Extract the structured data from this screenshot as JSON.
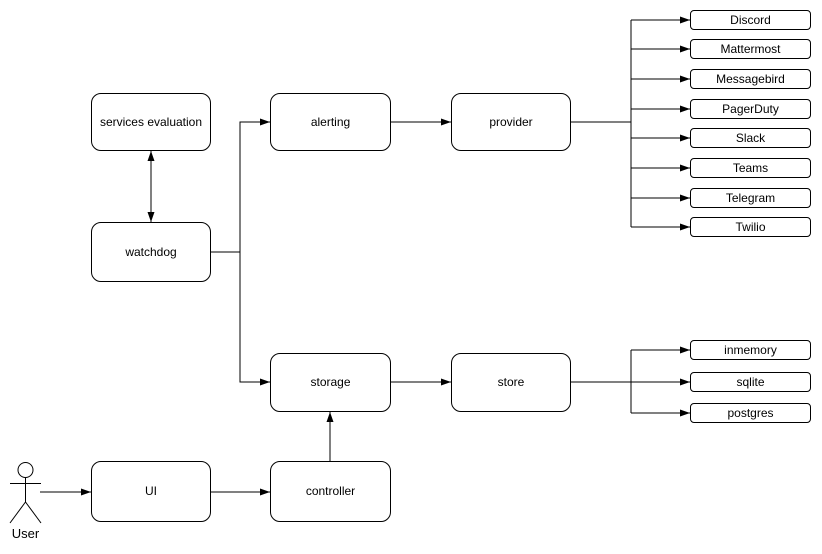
{
  "nodes": {
    "services_evaluation": {
      "label": "services evaluation"
    },
    "watchdog": {
      "label": "watchdog"
    },
    "alerting": {
      "label": "alerting"
    },
    "provider": {
      "label": "provider"
    },
    "storage": {
      "label": "storage"
    },
    "store": {
      "label": "store"
    },
    "ui": {
      "label": "UI"
    },
    "controller": {
      "label": "controller"
    }
  },
  "provider_endpoints": [
    {
      "label": "Discord"
    },
    {
      "label": "Mattermost"
    },
    {
      "label": "Messagebird"
    },
    {
      "label": "PagerDuty"
    },
    {
      "label": "Slack"
    },
    {
      "label": "Teams"
    },
    {
      "label": "Telegram"
    },
    {
      "label": "Twilio"
    }
  ],
  "store_endpoints": [
    {
      "label": "inmemory"
    },
    {
      "label": "sqlite"
    },
    {
      "label": "postgres"
    }
  ],
  "actor": {
    "label": "User"
  },
  "colors": {
    "stroke": "#000000",
    "node_fill": "#ffffff",
    "text": "#000000",
    "background": "#ffffff"
  }
}
